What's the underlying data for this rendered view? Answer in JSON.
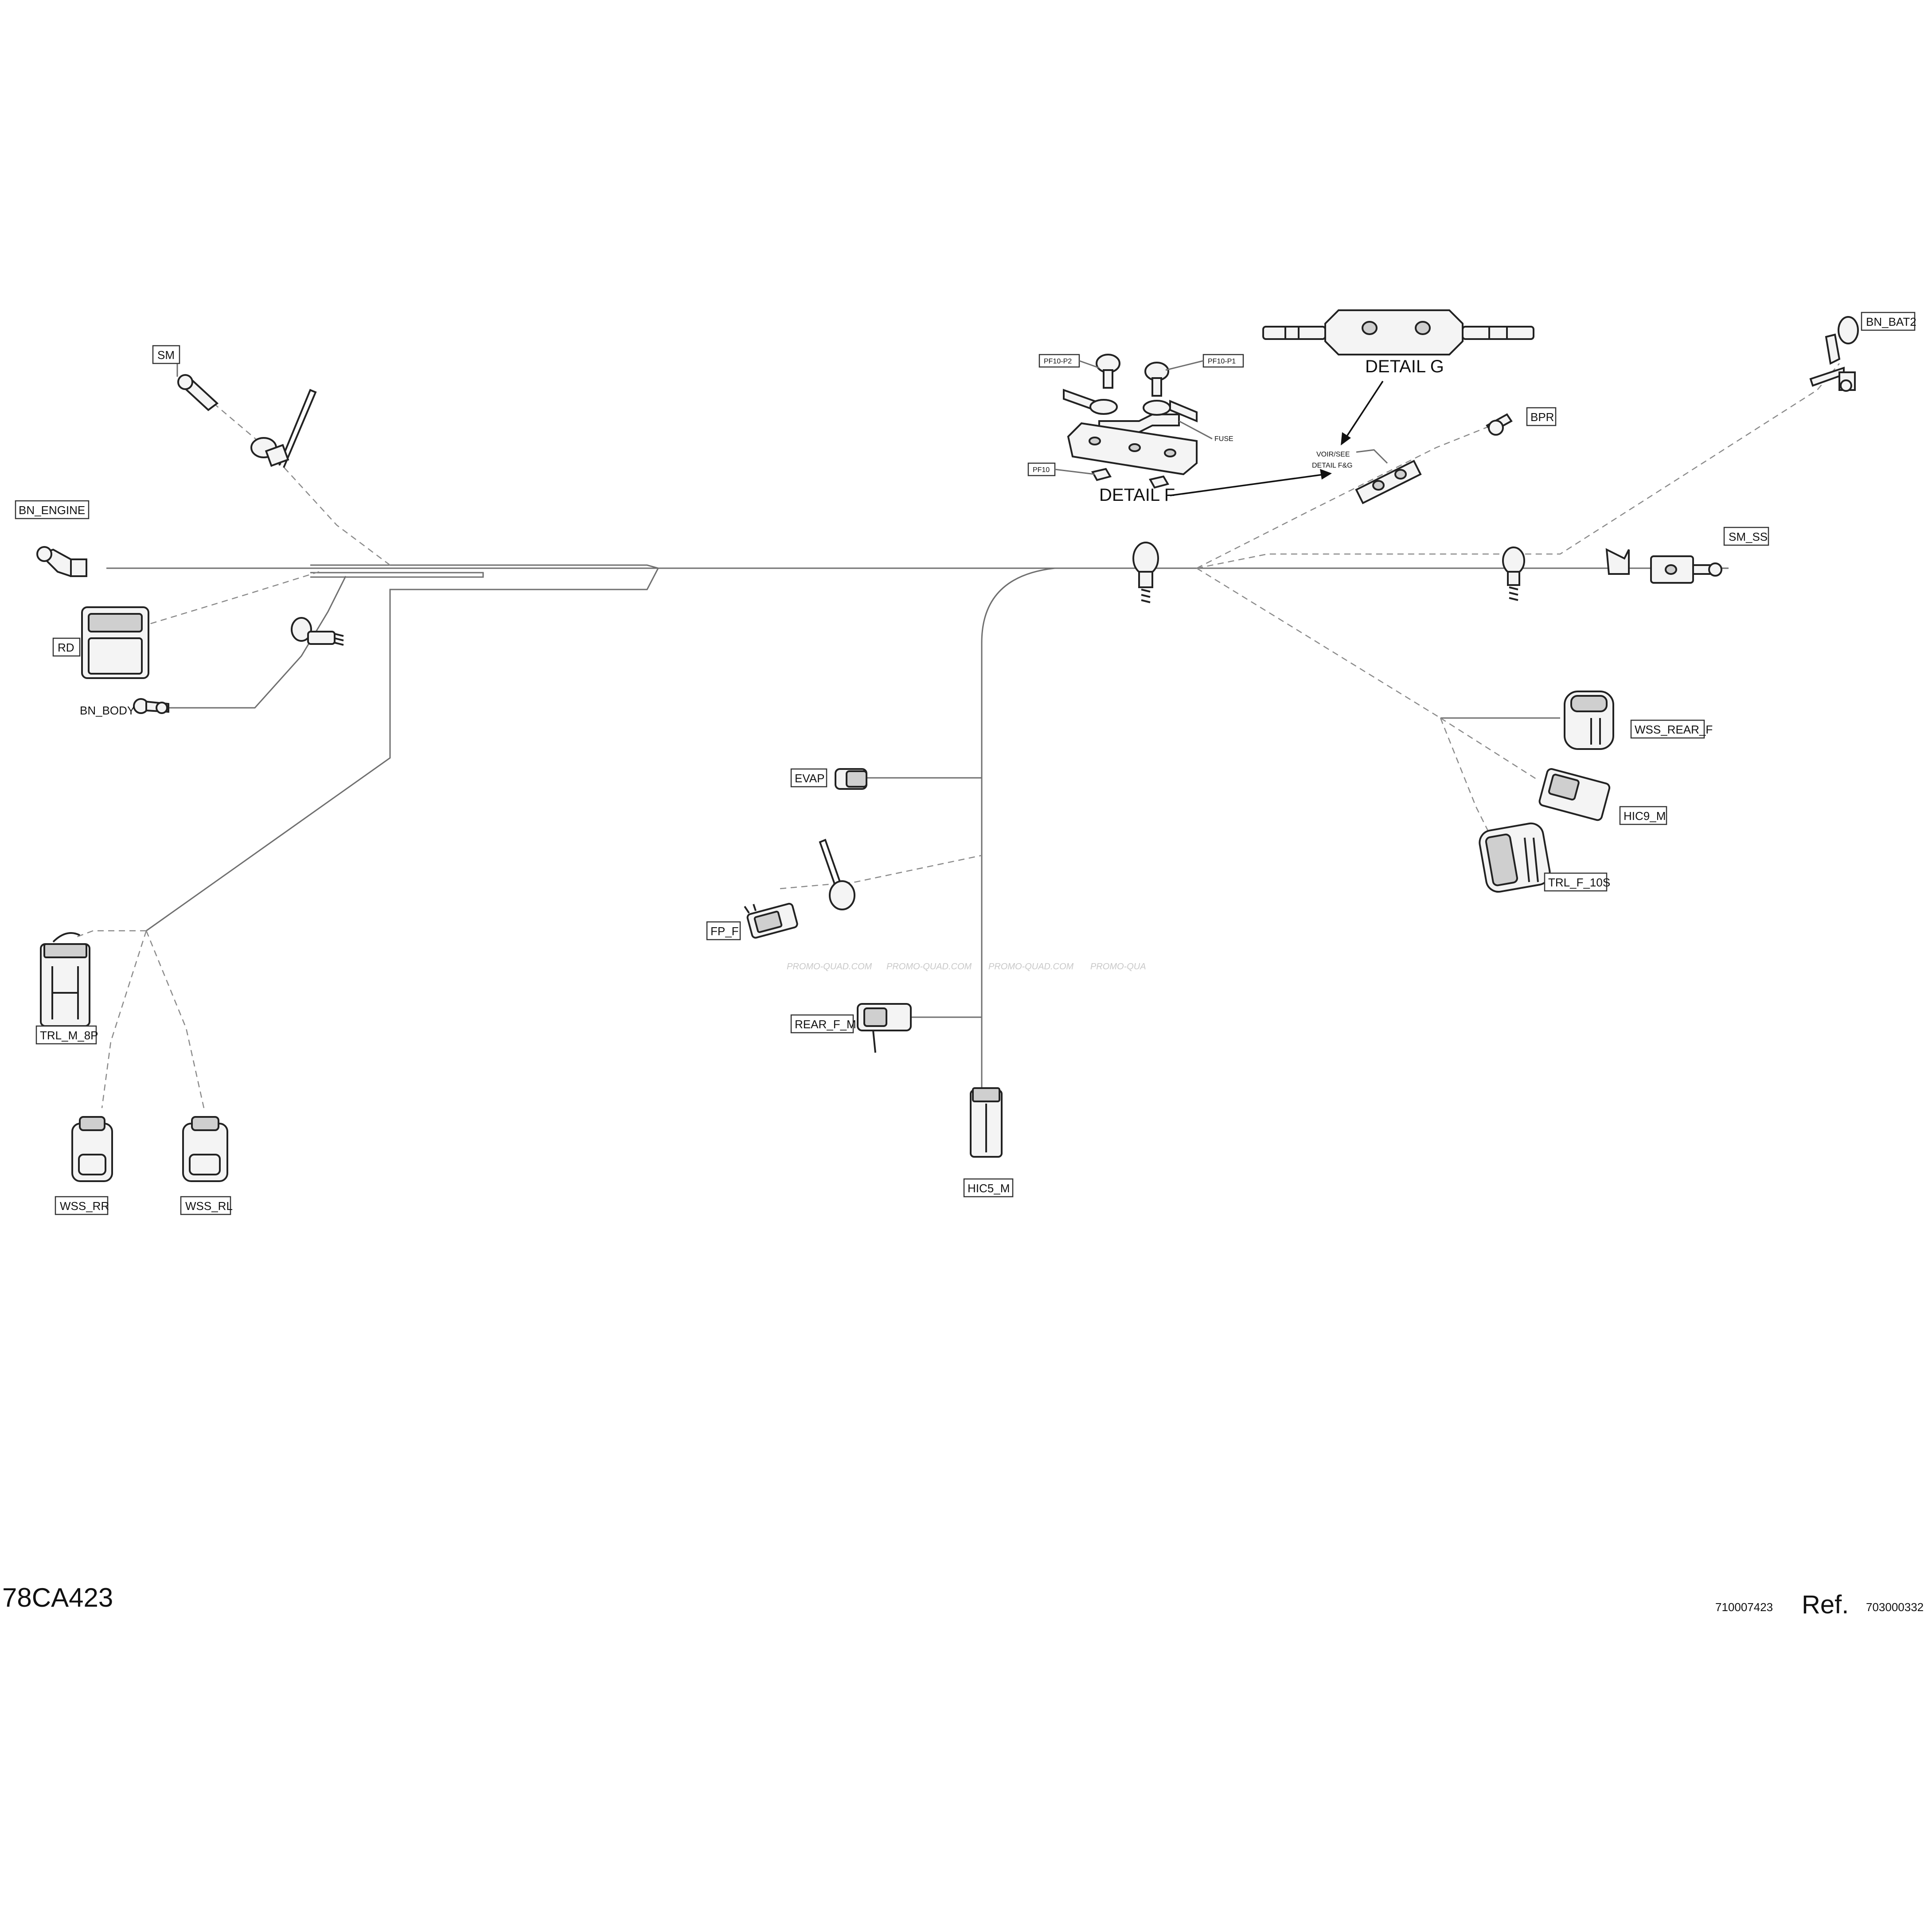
{
  "labels": {
    "sm": "SM",
    "bn_engine": "BN_ENGINE",
    "rd": "RD",
    "bn_body": "BN_BODY",
    "trl_m_8p": "TRL_M_8P",
    "wss_rr": "WSS_RR",
    "wss_rl": "WSS_RL",
    "evap": "EVAP",
    "fp_f": "FP_F",
    "rear_f_m": "REAR_F_M",
    "hic5_m": "HIC5_M",
    "bn_bat2": "BN_BAT2",
    "bpr": "BPR",
    "sm_ss": "SM_SS",
    "wss_rear_f": "WSS_REAR_F",
    "hic9_m": "HIC9_M",
    "trl_f_10s": "TRL_F_10S"
  },
  "detail_f": {
    "title": "DETAIL F",
    "callouts": [
      "PF10-P2",
      "PF10-P1",
      "FUSE",
      "PF10"
    ]
  },
  "detail_g": {
    "title": "DETAIL G"
  },
  "see_detail_note": [
    "VOIR/SEE",
    "DETAIL F&G"
  ],
  "watermark": [
    "PROMO-QUAD.COM",
    "PROMO-QUAD.COM",
    "PROMO-QUAD.COM",
    "PROMO-QUA"
  ],
  "footer": {
    "drawing_code": "78CA423",
    "part_number": "710007423",
    "ref_label": "Ref.",
    "ref_number": "703000332"
  },
  "colors": {
    "wire": "#6f6f6f",
    "outline": "#222222",
    "background": "#ffffff"
  }
}
